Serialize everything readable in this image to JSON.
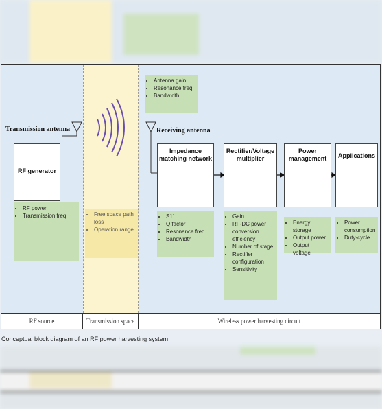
{
  "figure": {
    "transmission_antenna": "Transmission antenna",
    "receiving_antenna": "Receiving antenna",
    "blocks": {
      "rf_generator": "RF generator",
      "impedance": "Impedance matching network",
      "rectifier": "Rectifier/Voltage multiplier",
      "power_mgmt": "Power management",
      "applications": "Applications"
    },
    "params": {
      "rf_source": [
        "RF power",
        "Transmission freq."
      ],
      "space": [
        "Free space path loss",
        "Operation range"
      ],
      "antenna": [
        "Antenna gain",
        "Resonance freq.",
        "Bandwidth"
      ],
      "impedance": [
        "S11",
        "Q factor",
        "Resonance freq.",
        "Bandwidth"
      ],
      "rectifier": [
        "Gain",
        "RF-DC power conversion efficiency",
        "Number of stage",
        "Rectifier configuration",
        "Sensitivity"
      ],
      "power_mgmt": [
        "Energy storage",
        "Output power",
        "Output voltage"
      ],
      "applications": [
        "Power consumption",
        "Duty-cycle"
      ]
    },
    "footer": {
      "rf_source": "RF source",
      "space": "Transmission space",
      "circuit": "Wireless power harvesting circuit"
    },
    "colors": {
      "wave": "#6a4fb0",
      "param_green": "#c7dfb4",
      "space_yellow": "#fcf3cf",
      "background": "#dde9f4"
    }
  },
  "caption": "Conceptual block diagram of an RF power harvesting system"
}
